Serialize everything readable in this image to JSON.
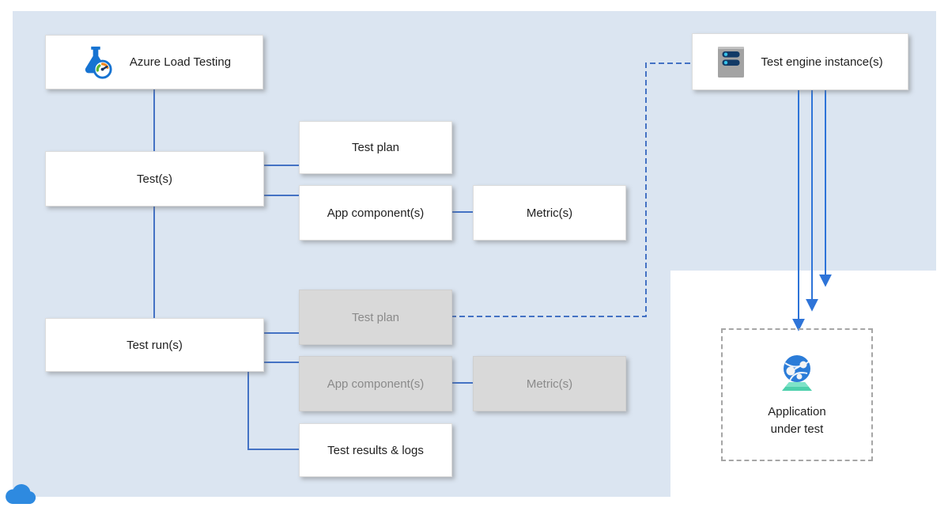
{
  "colors": {
    "region_blue": "#dbe5f1",
    "connector_blue": "#4472c4",
    "arrow_blue": "#2e74d8",
    "box_gray": "#d9d9d9",
    "gray_text": "#8a8a8a",
    "dashed_gray": "#a6a6a6",
    "label_dark": "#1f1f1f"
  },
  "nodes": {
    "azure_load_testing": {
      "label": "Azure Load Testing",
      "icon": "load-testing-flask-gauge-icon"
    },
    "tests": {
      "label": "Test(s)"
    },
    "test_plan": {
      "label": "Test plan"
    },
    "app_components": {
      "label": "App component(s)"
    },
    "metrics": {
      "label": "Metric(s)"
    },
    "test_runs": {
      "label": "Test run(s)"
    },
    "run_test_plan": {
      "label": "Test plan"
    },
    "run_app_components": {
      "label": "App component(s)"
    },
    "run_metrics": {
      "label": "Metric(s)"
    },
    "test_results": {
      "label": "Test results & logs"
    },
    "test_engine": {
      "label": "Test engine instance(s)",
      "icon": "server-icon"
    },
    "application_under_test": {
      "label": "Application under test",
      "icon": "web-app-globe-icon"
    }
  },
  "decorations": {
    "cloud_icon": "azure-cloud-icon"
  }
}
